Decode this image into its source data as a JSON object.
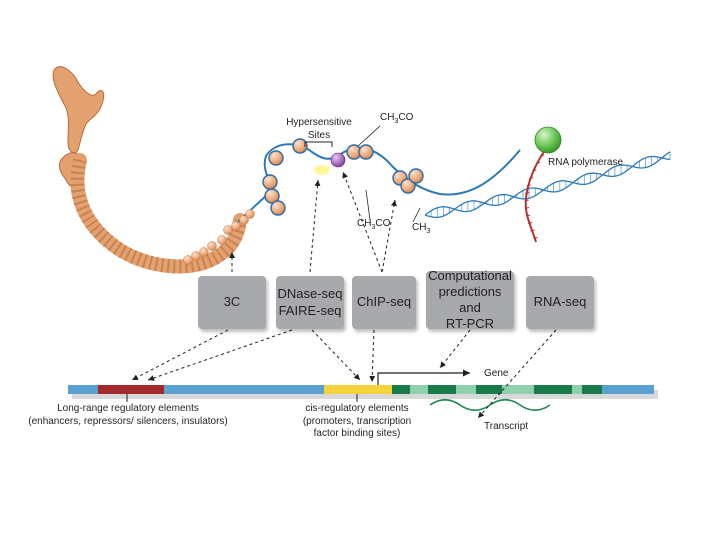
{
  "colors": {
    "chromatin": "#e3a16f",
    "chromatin_dark": "#b86a38",
    "nucleosome": "#f0b48b",
    "histone_wrap": "#2b6ca3",
    "dna_line": "#2e79b8",
    "tf": "#8e44ad",
    "hypersensitive": "#fff799",
    "polymerase": "#55b848",
    "rna": "#b5322f",
    "box_fill": "#a7a9ac",
    "bar_blue": "#5aa0d0",
    "bar_red": "#a3282a",
    "bar_yellow": "#f6d33c",
    "exon_dark": "#197a4a",
    "exon_light": "#8fd0ae",
    "transcript": "#1d8a57"
  },
  "labels": {
    "hypersensitive": "Hypersensitive\nSites",
    "acetyl_top": "CH3CO",
    "acetyl_mid": "CH3CO",
    "methyl": "CH3",
    "rna_polymerase": "RNA polymerase",
    "gene": "Gene",
    "transcript": "Transcript",
    "long_range": "Long-range regulatory elements\n(enhancers, repressors/ silencers, insulators)",
    "cis_reg": "cis-regulatory elements\n(promoters, transcription\nfactor binding sites)"
  },
  "methods": [
    {
      "id": "3c",
      "label": "3C"
    },
    {
      "id": "dnase",
      "label": "DNase-seq\nFAIRE-seq"
    },
    {
      "id": "chip",
      "label": "ChIP-seq"
    },
    {
      "id": "comp",
      "label": "Computational\npredictions and\nRT-PCR"
    },
    {
      "id": "rnaseq",
      "label": "RNA-seq"
    }
  ]
}
